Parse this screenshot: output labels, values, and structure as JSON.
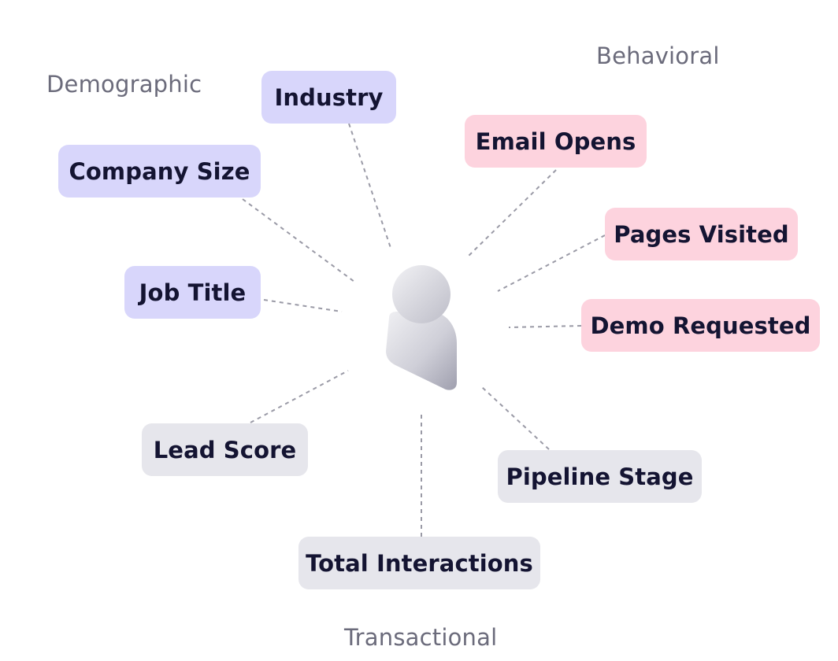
{
  "groups": {
    "demographic": "Demographic",
    "behavioral": "Behavioral",
    "transactional": "Transactional"
  },
  "nodes": {
    "industry": "Industry",
    "company_size": "Company Size",
    "job_title": "Job Title",
    "email_opens": "Email Opens",
    "pages_visited": "Pages Visited",
    "demo_requested": "Demo Requested",
    "lead_score": "Lead Score",
    "pipeline_stage": "Pipeline Stage",
    "total_interactions": "Total Interactions"
  },
  "colors": {
    "demographic_fill": "#d8d6fb",
    "behavioral_fill": "#fdd3de",
    "transactional_fill": "#e6e6ec",
    "text": "#141432",
    "connector": "#9a9aa6"
  },
  "center_icon": "person-icon"
}
